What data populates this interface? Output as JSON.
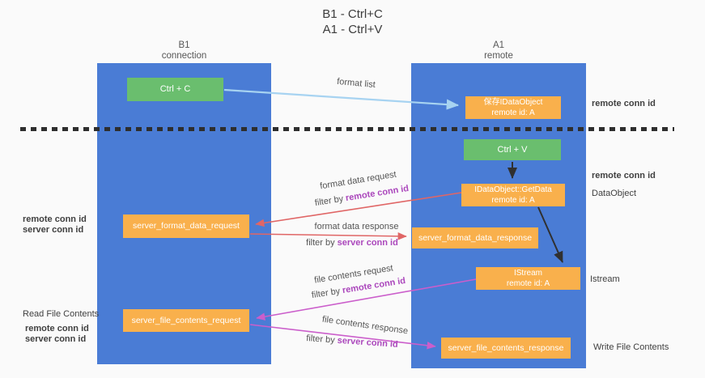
{
  "title": {
    "line1": "B1 - Ctrl+C",
    "line2": "A1 - Ctrl+V"
  },
  "lifelines": {
    "b1": {
      "name": "B1",
      "role": "connection"
    },
    "a1": {
      "name": "A1",
      "role": "remote"
    }
  },
  "boxes": {
    "ctrl_c": {
      "label": "Ctrl + C"
    },
    "save_idataobject": {
      "line1": "保存IDataObject",
      "line2": "remote id: A"
    },
    "ctrl_v": {
      "label": "Ctrl + V"
    },
    "getdata": {
      "line1": "IDataObject::GetData",
      "line2": "remote id: A"
    },
    "server_format_data_request": {
      "label": "server_format_data_request"
    },
    "server_format_data_response": {
      "label": "server_format_data_response"
    },
    "istream": {
      "line1": "IStream",
      "line2": "remote id: A"
    },
    "server_file_contents_request": {
      "label": "server_file_contents_request"
    },
    "server_file_contents_response": {
      "label": "server_file_contents_response"
    }
  },
  "flow": {
    "format_list": "format list",
    "format_data_request": "format data request",
    "format_data_response": "format data response",
    "file_contents_request": "file contents request",
    "file_contents_response": "file contents response",
    "filter_prefix": "filter by",
    "remote_conn_id": "remote conn id",
    "server_conn_id": "server conn id"
  },
  "annotations": {
    "right_remote_conn_id_1": "remote conn id",
    "right_remote_conn_id_2": "remote conn id",
    "right_dataobject": "DataObject",
    "right_istream": "Istream",
    "right_write_file_contents": "Write File Contents",
    "left_remote_conn_id_1": "remote conn id",
    "left_server_conn_id_1": "server conn id",
    "left_read_file_contents": "Read File Contents",
    "left_remote_conn_id_2": "remote conn id",
    "left_server_conn_id_2": "server conn id"
  },
  "colors": {
    "lifeline_blue": "#4a7cd5",
    "box_green": "#6abe6e",
    "box_orange": "#f9b04c",
    "arrow_blue": "#a7d3f1",
    "arrow_red": "#e06666",
    "arrow_magenta": "#cb5ecb",
    "arrow_black": "#303030",
    "text_purple": "#ab47bc",
    "text_green": "#4caf50",
    "background": "#fafafa"
  }
}
